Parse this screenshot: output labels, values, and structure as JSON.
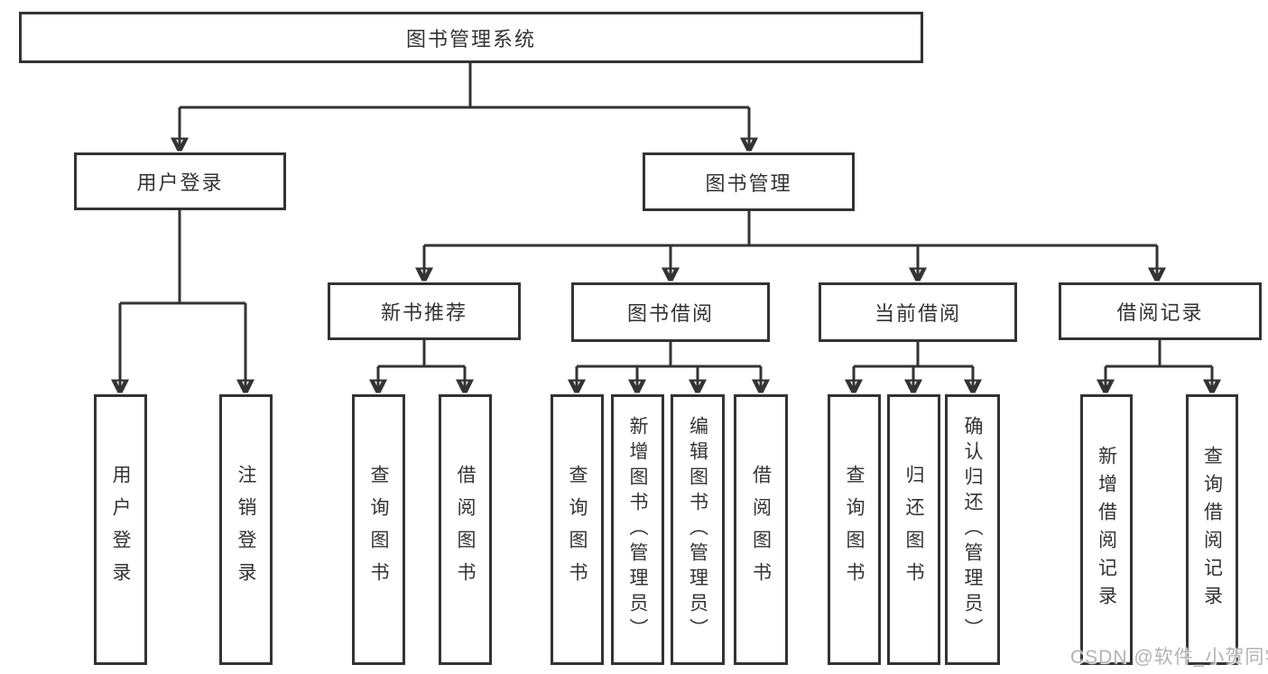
{
  "tree": {
    "root": {
      "label": "图书管理系统"
    },
    "branches": [
      {
        "label": "用户登录",
        "children": [
          {
            "label": "用户登录"
          },
          {
            "label": "注销登录"
          }
        ]
      },
      {
        "label": "图书管理",
        "children": [
          {
            "label": "新书推荐",
            "children": [
              {
                "label": "查询图书"
              },
              {
                "label": "借阅图书"
              }
            ]
          },
          {
            "label": "图书借阅",
            "children": [
              {
                "label": "查询图书"
              },
              {
                "label": "新增图书（管理员）"
              },
              {
                "label": "编辑图书（管理员）"
              },
              {
                "label": "借阅图书"
              }
            ]
          },
          {
            "label": "当前借阅",
            "children": [
              {
                "label": "查询图书"
              },
              {
                "label": "归还图书"
              },
              {
                "label": "确认归还（管理员）"
              }
            ]
          },
          {
            "label": "借阅记录",
            "children": [
              {
                "label": "新增借阅记录"
              },
              {
                "label": "查询借阅记录"
              }
            ]
          }
        ]
      }
    ]
  },
  "watermark": {
    "text": "CSDN @软件_小贺同学"
  },
  "colors": {
    "line": "#333333",
    "box_border": "#333333",
    "text": "#333333",
    "background": "#ffffff",
    "watermark": "#b3b3b3"
  }
}
